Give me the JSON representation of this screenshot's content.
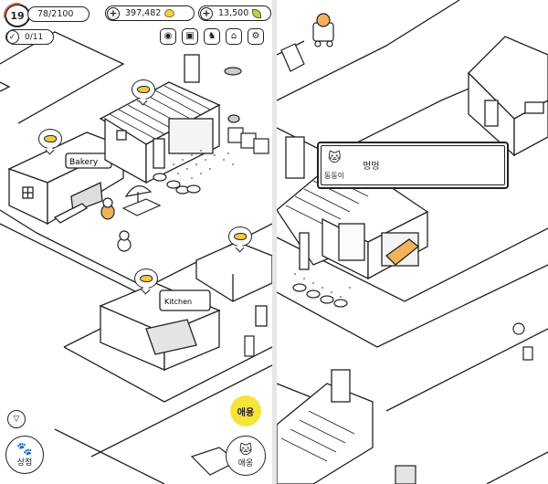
{
  "hud": {
    "level": "19",
    "exp": "78/2100",
    "coins": "397,482",
    "leaves": "13,500",
    "quests": "0/11",
    "plus_label": "+",
    "check_label": "✓",
    "icons": [
      "camera-icon",
      "dresser-icon",
      "elephant-icon",
      "house-icon",
      "gear-icon"
    ],
    "icon_glyphs": [
      "◉",
      "▣",
      "♞",
      "⌂",
      "⚙"
    ]
  },
  "left_panel": {
    "shop_sign": "Bakery",
    "kitchen_sign": "Kitchen",
    "buttons": {
      "collapse_glyph": "▽",
      "shop_label": "상점",
      "care_label": "애용",
      "cat_label": "애옹",
      "paw_glyph": "🐾",
      "cat_glyph": "🐱"
    }
  },
  "right_panel": {
    "tooltip": {
      "text": "멍멍",
      "name": "동동이",
      "icon_glyph": "🐱"
    }
  },
  "colors": {
    "coin": "#f1d14c",
    "leaf": "#b7d44a",
    "care_button": "#f6e33c",
    "fish": "#f1c93c",
    "level_ring": "#d4503c"
  }
}
